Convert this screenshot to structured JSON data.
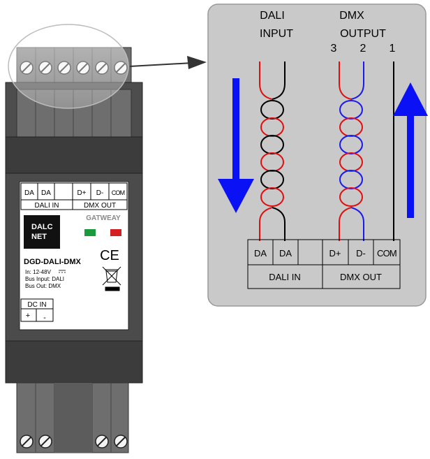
{
  "device": {
    "top_terminals": [
      "DA",
      "DA",
      "",
      "D+",
      "D-",
      "COM"
    ],
    "group_labels": [
      "DALI IN",
      "DMX OUT"
    ],
    "brand_line1": "DALC",
    "brand_line2": "NET",
    "gateway_label": "GATWEAY",
    "ce_mark": "CE",
    "model": "DGD-DALI-DMX",
    "spec_line1": "In: 12-48V",
    "spec_line2": "Bus Input: DALI",
    "spec_line3": "Bus Out: DMX",
    "dc_in_label": "DC IN",
    "dc_plus": "+",
    "dc_minus": "-",
    "led_colors": [
      "#1a9a3c",
      "#d42020"
    ]
  },
  "zoom": {
    "dali_label_line1": "DALI",
    "dali_label_line2": "INPUT",
    "dmx_label_line1": "DMX",
    "dmx_label_line2": "OUTPUT",
    "pin_numbers": [
      "3",
      "2",
      "1"
    ],
    "terminals": [
      "DA",
      "DA",
      "D+",
      "D-",
      "COM"
    ],
    "group_labels": [
      "DALI IN",
      "DMX OUT"
    ]
  },
  "colors": {
    "wire_red": "#e01010",
    "wire_blue": "#1a1aee",
    "arrow_blue": "#0a12f5",
    "panel_bg": "#c9c9c9"
  }
}
